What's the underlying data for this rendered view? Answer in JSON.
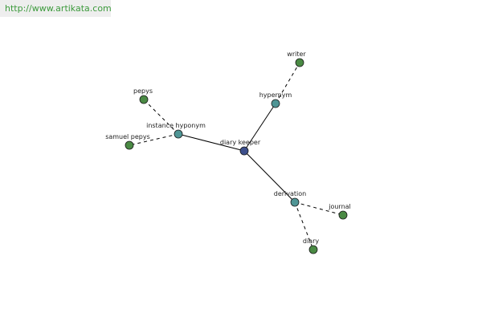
{
  "watermark": {
    "text": "http://www.artikata.com"
  },
  "colors": {
    "root": "#3d4f8c",
    "relation": "#4f9595",
    "leaf": "#4a8a44"
  },
  "nodes": [
    {
      "id": "diary-keeper",
      "label": "diary keeper",
      "kind": "root"
    },
    {
      "id": "hypernym",
      "label": "hypernym",
      "kind": "relation"
    },
    {
      "id": "writer",
      "label": "writer",
      "kind": "leaf"
    },
    {
      "id": "instance-hyponym",
      "label": "instance hyponym",
      "kind": "relation"
    },
    {
      "id": "pepys",
      "label": "pepys",
      "kind": "leaf"
    },
    {
      "id": "samuel-pepys",
      "label": "samuel pepys",
      "kind": "leaf"
    },
    {
      "id": "derivation",
      "label": "derivation",
      "kind": "relation"
    },
    {
      "id": "journal",
      "label": "journal",
      "kind": "leaf"
    },
    {
      "id": "diary",
      "label": "diary",
      "kind": "leaf"
    }
  ],
  "edges": [
    {
      "from": "diary-keeper",
      "to": "hypernym",
      "style": "solid"
    },
    {
      "from": "diary-keeper",
      "to": "instance-hyponym",
      "style": "solid"
    },
    {
      "from": "diary-keeper",
      "to": "derivation",
      "style": "solid"
    },
    {
      "from": "hypernym",
      "to": "writer",
      "style": "dashed"
    },
    {
      "from": "instance-hyponym",
      "to": "pepys",
      "style": "dashed"
    },
    {
      "from": "instance-hyponym",
      "to": "samuel-pepys",
      "style": "dashed"
    },
    {
      "from": "derivation",
      "to": "journal",
      "style": "dashed"
    },
    {
      "from": "derivation",
      "to": "diary",
      "style": "dashed"
    }
  ]
}
